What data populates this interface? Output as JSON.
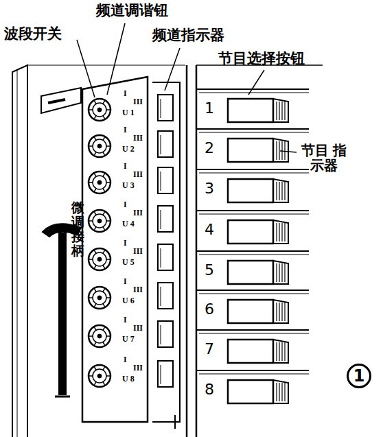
{
  "diagram": {
    "labels": [
      "频道调谐钮",
      "波段开关",
      "频道指示器",
      "节目选择按钮",
      "节目 指示器",
      "微调接柄",
      "1",
      "1",
      "2",
      "3",
      "4",
      "5",
      "6",
      "7",
      "8",
      "I",
      "III",
      "U 1",
      "I",
      "III",
      "U 2",
      "I",
      "III",
      "U 3",
      "I",
      "III",
      "U 4",
      "I",
      "III",
      "U 5",
      "I",
      "III",
      "U 6",
      "I",
      "III",
      "U 7",
      "I",
      "III",
      "U 8"
    ]
  }
}
